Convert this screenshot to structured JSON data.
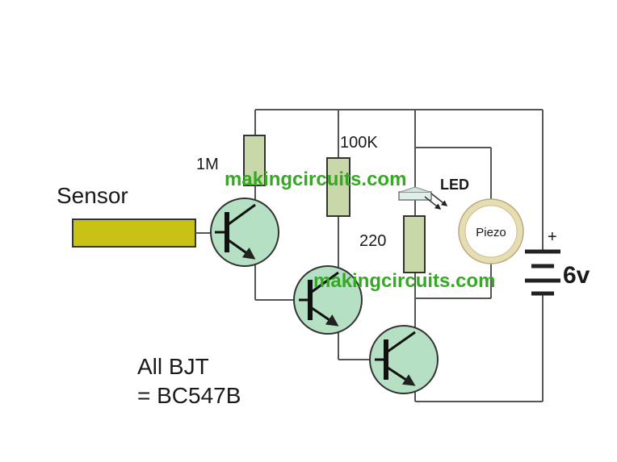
{
  "labels": {
    "sensor": "Sensor",
    "r1": "1M",
    "r2": "100K",
    "r3": "220",
    "led": "LED",
    "piezo": "Piezo",
    "battery_plus": "+",
    "battery_voltage": "6v",
    "note_line1": "All BJT",
    "note_line2": "= BC547B"
  },
  "watermarks": [
    "makingcircuits.com",
    "makingcircuits.com"
  ],
  "colors": {
    "wire": "#555555",
    "resistor": "#c9d8a8",
    "transistor": "#b6e0c4",
    "sensor": "#c8c214",
    "watermark": "#33aa22",
    "piezo_ring": "#e6ddb3"
  }
}
